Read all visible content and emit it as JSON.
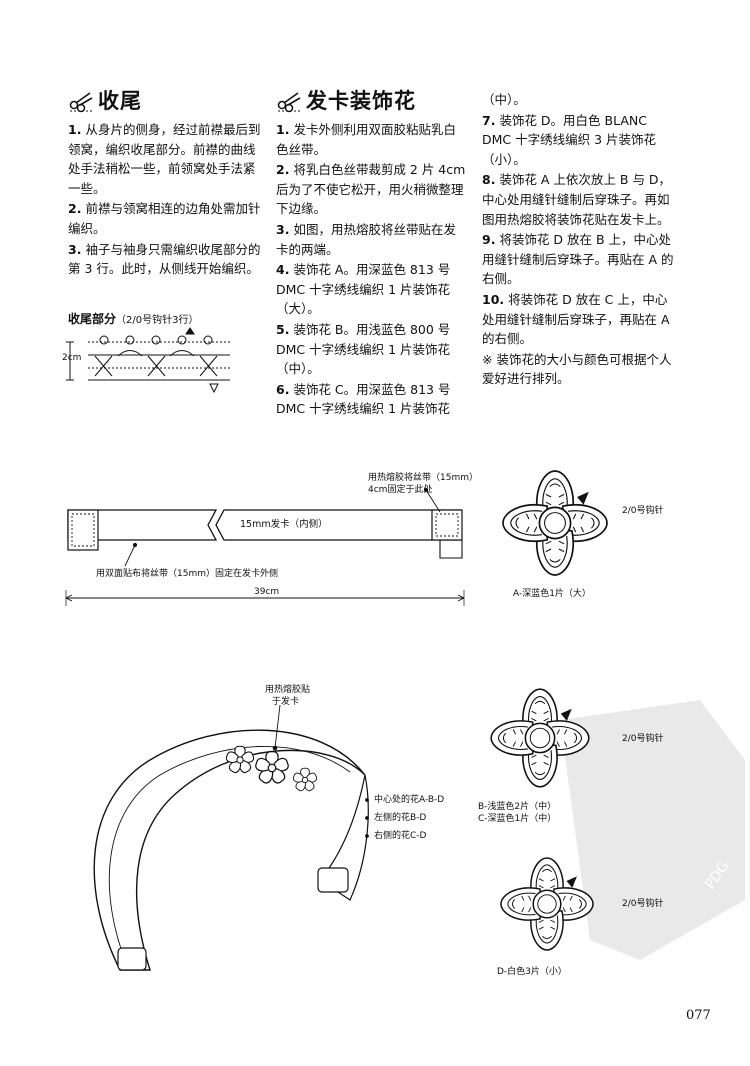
{
  "section1": {
    "title": "收尾",
    "steps": [
      {
        "num": "1.",
        "text": "从身片的侧身，经过前襟最后到领窝，编织收尾部分。前襟的曲线处手法稍松一些，前领窝处手法紧一些。"
      },
      {
        "num": "2.",
        "text": "前襟与领窝相连的边角处需加针编织。"
      },
      {
        "num": "3.",
        "text": "袖子与袖身只需编织收尾部分的第 3 行。此时，从侧线开始编织。"
      }
    ],
    "diagram_title": "收尾部分",
    "diagram_note": "（2/0号钩针3行）",
    "diagram_height": "2cm"
  },
  "section2": {
    "title": "发卡装饰花",
    "steps": [
      {
        "num": "1.",
        "text": "发卡外侧利用双面胶粘贴乳白色丝带。"
      },
      {
        "num": "2.",
        "text": "将乳白色丝带裁剪成 2 片 4cm 后为了不使它松开，用火稍微整理下边缘。"
      },
      {
        "num": "3.",
        "text": "如图，用热熔胶将丝带贴在发卡的两端。"
      },
      {
        "num": "4.",
        "text": "装饰花 A。用深蓝色 813 号 DMC 十字绣线编织 1 片装饰花（大）。"
      },
      {
        "num": "5.",
        "text": "装饰花 B。用浅蓝色 800 号 DMC 十字绣线编织 1 片装饰花（中）。"
      },
      {
        "num": "6.",
        "text": "装饰花 C。用深蓝色 813 号 DMC 十字绣线编织 1 片装饰花"
      }
    ]
  },
  "section3": {
    "lead": "（中）。",
    "steps": [
      {
        "num": "7.",
        "text": "装饰花 D。用白色 BLANC DMC 十字绣线编织 3 片装饰花（小）。"
      },
      {
        "num": "8.",
        "text": "装饰花 A 上依次放上 B 与 D，中心处用缝针缝制后穿珠子。再如图用热熔胶将装饰花贴在发卡上。"
      },
      {
        "num": "9.",
        "text": "将装饰花 D 放在 B 上，中心处用缝针缝制后穿珠子。再贴在 A 的右侧。"
      },
      {
        "num": "10.",
        "text": "将装饰花 D 放在 C 上，中心处用缝针缝制后穿珠子，再贴在 A 的右侧。"
      },
      {
        "num": "",
        "text": "※ 装饰花的大小与颜色可根据个人爱好进行排列。"
      }
    ]
  },
  "headband_flat": {
    "top_note_1": "用热熔胶将丝带（15mm）",
    "top_note_2": "4cm固定于此处",
    "inner_label": "15mm发卡（内侧）",
    "bottom_note": "用双面贴布将丝带（15mm）固定在发卡外侧",
    "length": "39cm"
  },
  "headband_curved": {
    "note_1": "用热熔胶贴",
    "note_2": "于发卡",
    "legend": [
      "中心处的花A-B-D",
      "左侧的花B-D",
      "右侧的花C-D"
    ]
  },
  "flowers": [
    {
      "id": "A",
      "hook": "2/0号钩针",
      "caption": "A-深蓝色1片（大）"
    },
    {
      "id": "BC",
      "hook": "2/0号钩针",
      "caption_1": "B-浅蓝色2片（中）",
      "caption_2": "C-深蓝色1片（中）"
    },
    {
      "id": "D",
      "hook": "2/0号钩针",
      "caption": "D-白色3片（小）"
    }
  ],
  "page_number": "077",
  "watermark": "PDG"
}
